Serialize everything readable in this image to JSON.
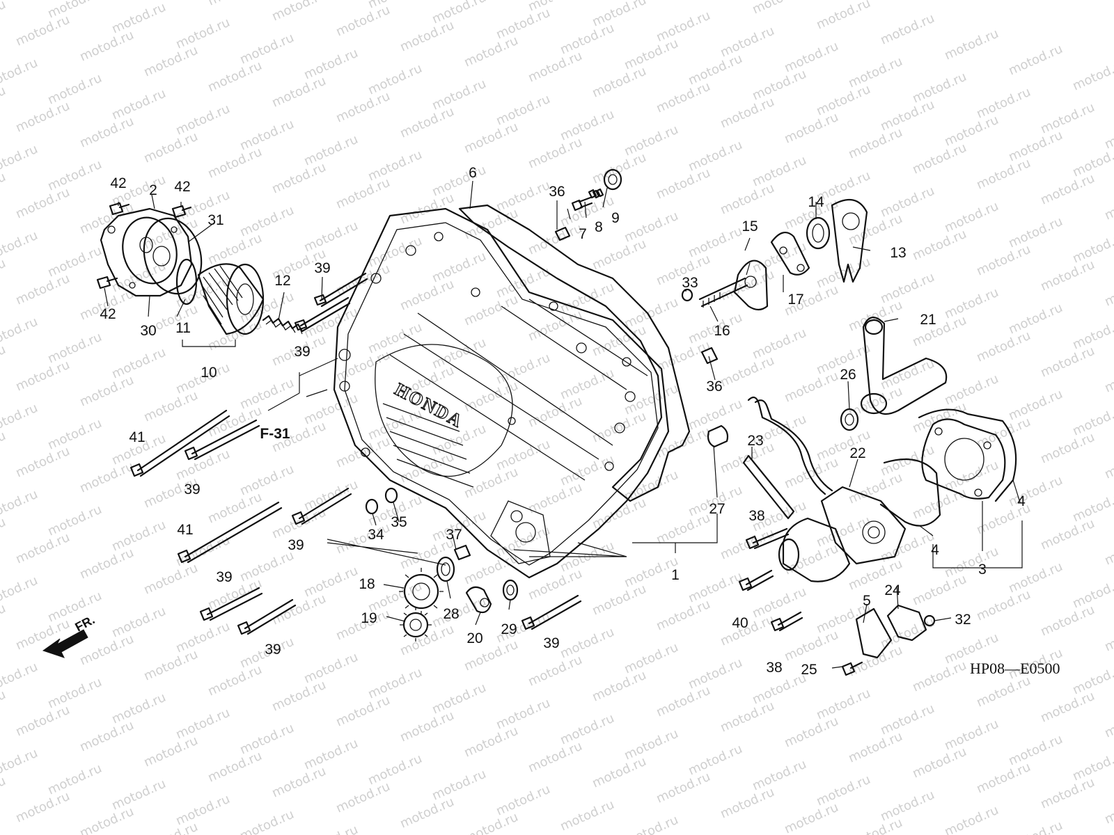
{
  "watermark": "motod.ru",
  "diagram_code": "HP08—E0500",
  "reference_label": "F-31",
  "front_marker": "FR.",
  "brand_logo": "HONDA",
  "callouts": {
    "c1": "1",
    "c2": "2",
    "c3": "3",
    "c4a": "4",
    "c4b": "4",
    "c5": "5",
    "c6": "6",
    "c7": "7",
    "c8": "8",
    "c9": "9",
    "c10": "10",
    "c11": "11",
    "c12": "12",
    "c13": "13",
    "c14": "14",
    "c15": "15",
    "c16": "16",
    "c17": "17",
    "c18": "18",
    "c19": "19",
    "c20": "20",
    "c21": "21",
    "c22": "22",
    "c23": "23",
    "c24": "24",
    "c25": "25",
    "c26": "26",
    "c27": "27",
    "c28": "28",
    "c29": "29",
    "c30": "30",
    "c31": "31",
    "c32": "32",
    "c33": "33",
    "c34": "34",
    "c35": "35",
    "c36a": "36",
    "c36b": "36",
    "c37": "37",
    "c38a": "38",
    "c38b": "38",
    "c39a": "39",
    "c39b": "39",
    "c39c": "39",
    "c39d": "39",
    "c39e": "39",
    "c39f": "39",
    "c39g": "39",
    "c40": "40",
    "c41a": "41",
    "c41b": "41",
    "c42a": "42",
    "c42b": "42",
    "c42c": "42"
  }
}
